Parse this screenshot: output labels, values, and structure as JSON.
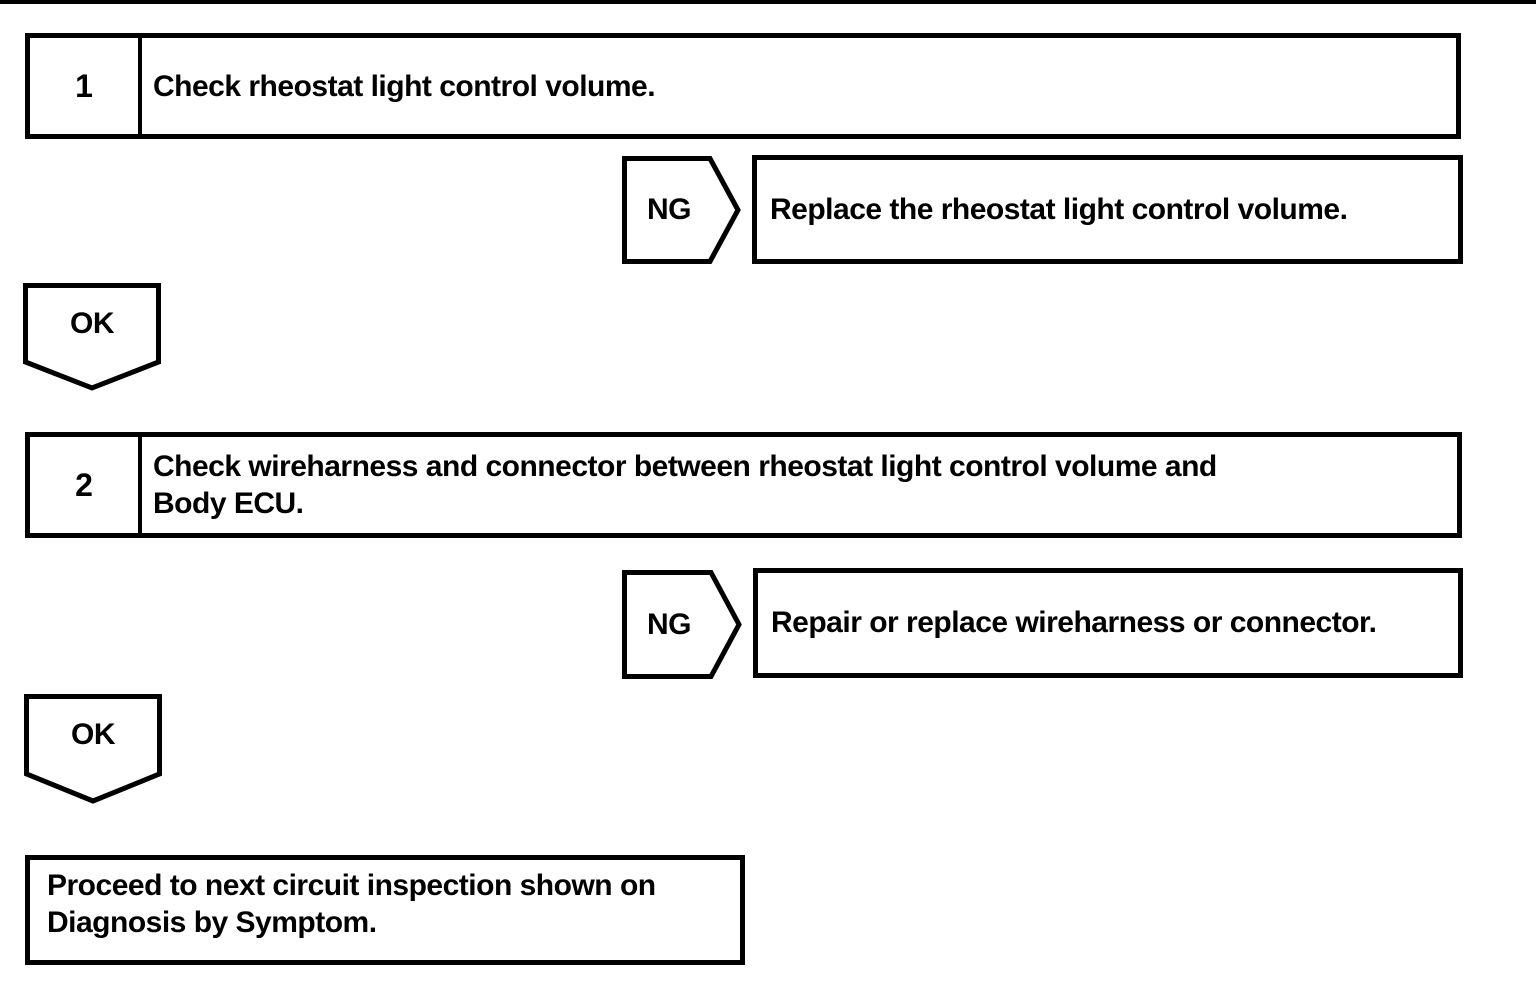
{
  "page": {
    "colors": {
      "ink": "#000000",
      "paper": "#ffffff"
    }
  },
  "flowchart": {
    "steps": [
      {
        "number": "1",
        "instruction_lines": [
          "Check rheostat light control volume."
        ],
        "ng": {
          "label": "NG",
          "action": "Replace the rheostat light control volume."
        },
        "ok": {
          "label": "OK"
        }
      },
      {
        "number": "2",
        "instruction_lines": [
          "Check wireharness and connector between rheostat light control volume and",
          "Body ECU."
        ],
        "ng": {
          "label": "NG",
          "action": "Repair or replace wireharness or connector."
        },
        "ok": {
          "label": "OK"
        }
      }
    ],
    "conclusion_lines": [
      "Proceed to next circuit inspection shown on",
      "Diagnosis by Symptom."
    ]
  }
}
